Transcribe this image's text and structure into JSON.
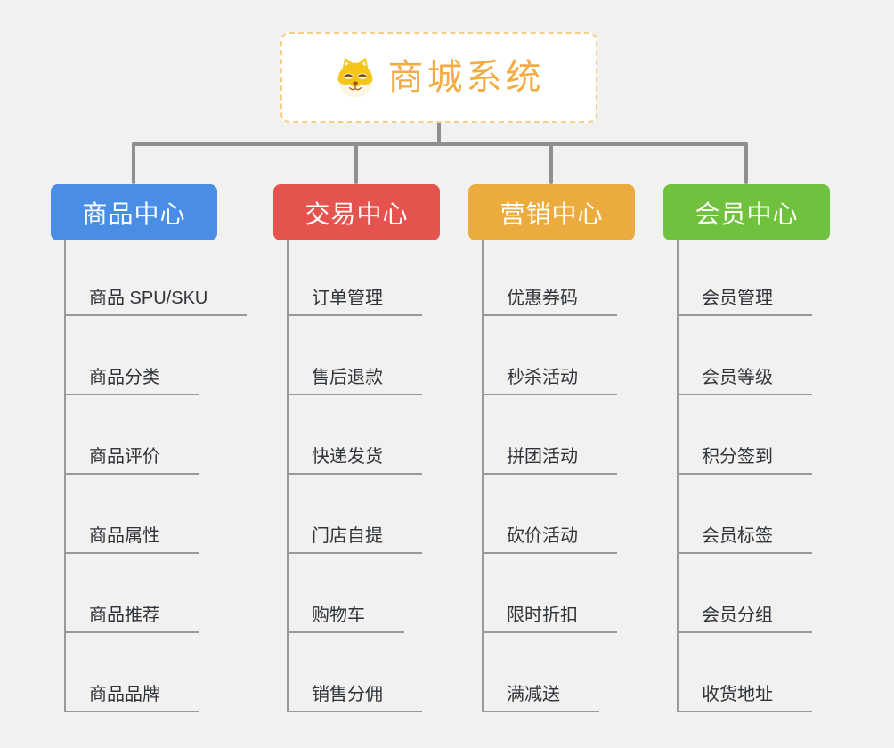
{
  "canvas": {
    "background_color": "#f1f1f0",
    "connector_color": "#8f8f8f",
    "child_line_color": "#999999",
    "child_text_color": "#30343a"
  },
  "root": {
    "label": "商城系统",
    "icon": "shiba-dog-icon",
    "text_color": "#f2ac43",
    "border_color": "#f8cd8a",
    "background_color": "#ffffff"
  },
  "branches": [
    {
      "label": "商品中心",
      "color": "#4a8de4",
      "children": [
        "商品 SPU/SKU",
        "商品分类",
        "商品评价",
        "商品属性",
        "商品推荐",
        "商品品牌"
      ]
    },
    {
      "label": "交易中心",
      "color": "#e5534e",
      "children": [
        "订单管理",
        "售后退款",
        "快递发货",
        "门店自提",
        "购物车",
        "销售分佣"
      ]
    },
    {
      "label": "营销中心",
      "color": "#ecab3e",
      "children": [
        "优惠券码",
        "秒杀活动",
        "拼团活动",
        "砍价活动",
        "限时折扣",
        "满减送"
      ]
    },
    {
      "label": "会员中心",
      "color": "#70c13d",
      "children": [
        "会员管理",
        "会员等级",
        "积分签到",
        "会员标签",
        "会员分组",
        "收货地址"
      ]
    }
  ]
}
